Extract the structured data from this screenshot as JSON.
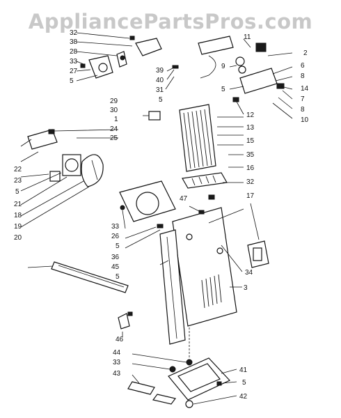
{
  "watermark": "AppliancePartsPros.com",
  "callouts": [
    {
      "id": "c-32",
      "text": "32"
    },
    {
      "id": "c-38",
      "text": "38"
    },
    {
      "id": "c-28",
      "text": "28"
    },
    {
      "id": "c-33a",
      "text": "33"
    },
    {
      "id": "c-27",
      "text": "27"
    },
    {
      "id": "c-5a",
      "text": "5"
    },
    {
      "id": "c-11",
      "text": "11"
    },
    {
      "id": "c-2",
      "text": "2"
    },
    {
      "id": "c-9",
      "text": "9"
    },
    {
      "id": "c-6",
      "text": "6"
    },
    {
      "id": "c-8a",
      "text": "8"
    },
    {
      "id": "c-5b",
      "text": "5"
    },
    {
      "id": "c-14",
      "text": "14"
    },
    {
      "id": "c-7",
      "text": "7"
    },
    {
      "id": "c-8b",
      "text": "8"
    },
    {
      "id": "c-10",
      "text": "10"
    },
    {
      "id": "c-39",
      "text": "39"
    },
    {
      "id": "c-40",
      "text": "40"
    },
    {
      "id": "c-31",
      "text": "31"
    },
    {
      "id": "c-5c",
      "text": "5"
    },
    {
      "id": "c-29",
      "text": "29"
    },
    {
      "id": "c-30",
      "text": "30"
    },
    {
      "id": "c-1",
      "text": "1"
    },
    {
      "id": "c-24",
      "text": "24"
    },
    {
      "id": "c-25",
      "text": "25"
    },
    {
      "id": "c-12",
      "text": "12"
    },
    {
      "id": "c-13",
      "text": "13"
    },
    {
      "id": "c-15",
      "text": "15"
    },
    {
      "id": "c-35",
      "text": "35"
    },
    {
      "id": "c-16",
      "text": "16"
    },
    {
      "id": "c-32b",
      "text": "32"
    },
    {
      "id": "c-17",
      "text": "17"
    },
    {
      "id": "c-22",
      "text": "22"
    },
    {
      "id": "c-23",
      "text": "23"
    },
    {
      "id": "c-5d",
      "text": "5"
    },
    {
      "id": "c-21",
      "text": "21"
    },
    {
      "id": "c-18",
      "text": "18"
    },
    {
      "id": "c-19",
      "text": "19"
    },
    {
      "id": "c-20",
      "text": "20"
    },
    {
      "id": "c-47",
      "text": "47"
    },
    {
      "id": "c-33b",
      "text": "33"
    },
    {
      "id": "c-26",
      "text": "26"
    },
    {
      "id": "c-5e",
      "text": "5"
    },
    {
      "id": "c-36",
      "text": "36"
    },
    {
      "id": "c-45",
      "text": "45"
    },
    {
      "id": "c-5f",
      "text": "5"
    },
    {
      "id": "c-34",
      "text": "34"
    },
    {
      "id": "c-3",
      "text": "3"
    },
    {
      "id": "c-46",
      "text": "46"
    },
    {
      "id": "c-44",
      "text": "44"
    },
    {
      "id": "c-33c",
      "text": "33"
    },
    {
      "id": "c-43",
      "text": "43"
    },
    {
      "id": "c-41",
      "text": "41"
    },
    {
      "id": "c-5g",
      "text": "5"
    },
    {
      "id": "c-42",
      "text": "42"
    }
  ]
}
